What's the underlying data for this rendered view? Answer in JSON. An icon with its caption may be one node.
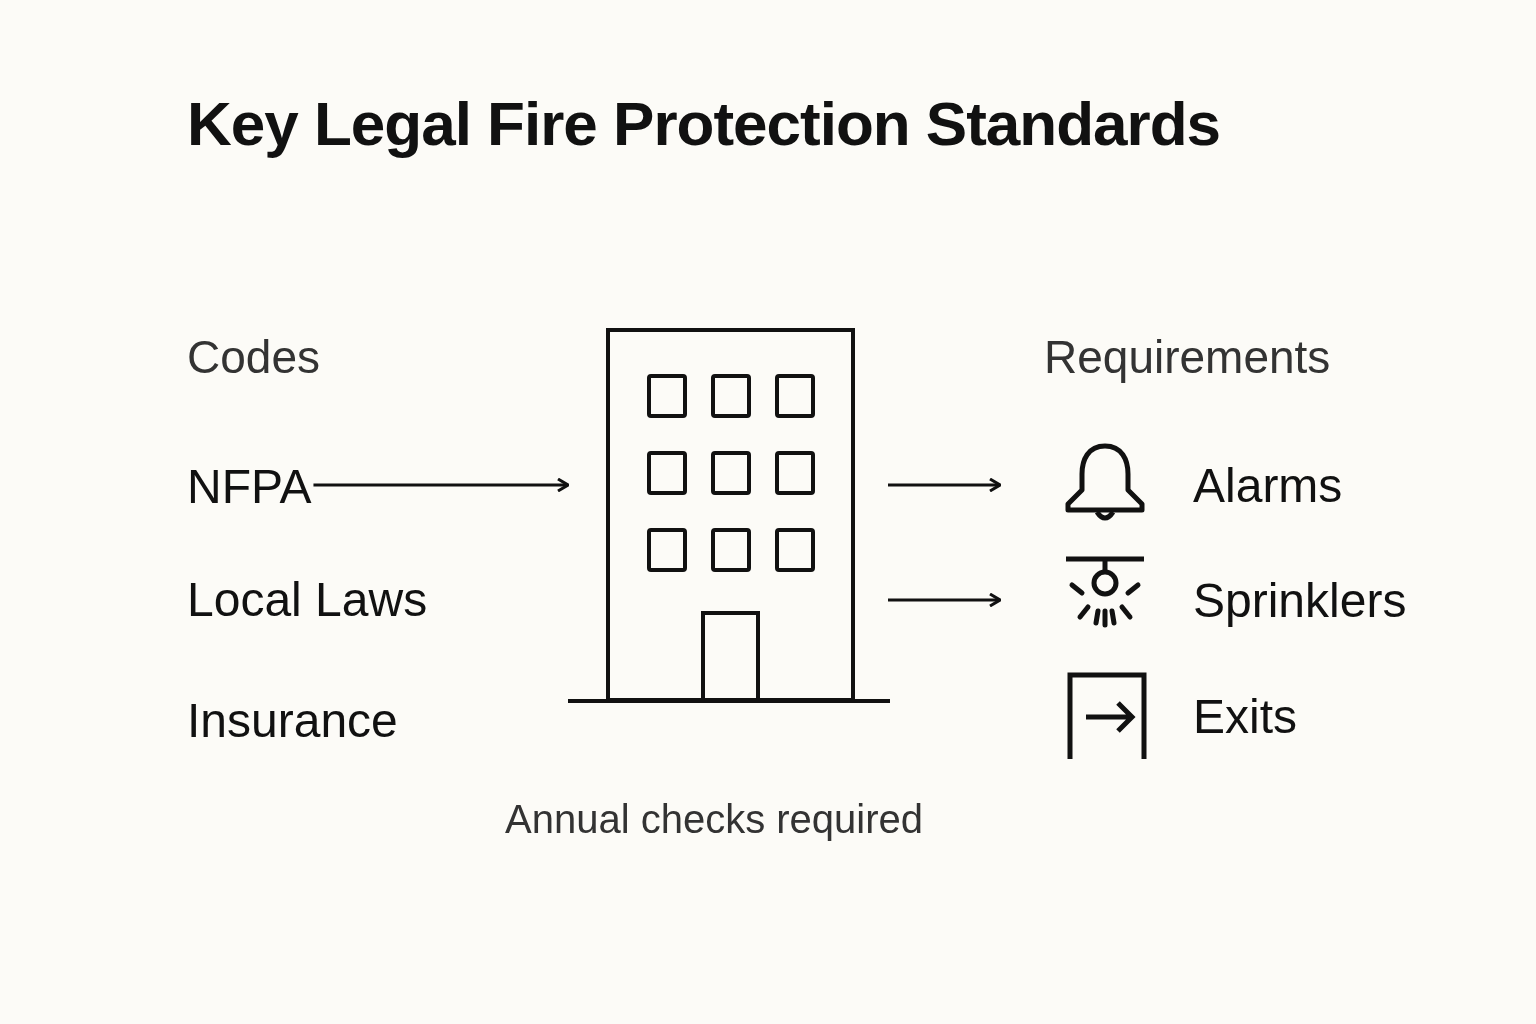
{
  "diagram": {
    "title": "Key Legal Fire Protection Standards",
    "nodes": [
      {
        "text": [
          "NFPA"
        ]
      },
      {
        "text": [],
        "shape": "picture"
      },
      {
        "text": [
          "Alarms"
        ]
      },
      {
        "text": [
          "Sprinklers"
        ]
      },
      {
        "text": [
          "Exits"
        ]
      }
    ],
    "edges": [
      {
        "from": 0,
        "to": 1,
        "arrow": "to"
      },
      {
        "from": 1,
        "to": 2,
        "arrow": "to"
      },
      {
        "from": 1,
        "to": 3,
        "arrow": "to"
      }
    ],
    "labels": [
      "Codes",
      "Requirements",
      "Local Laws",
      "Insurance",
      "Annual checks required"
    ]
  }
}
